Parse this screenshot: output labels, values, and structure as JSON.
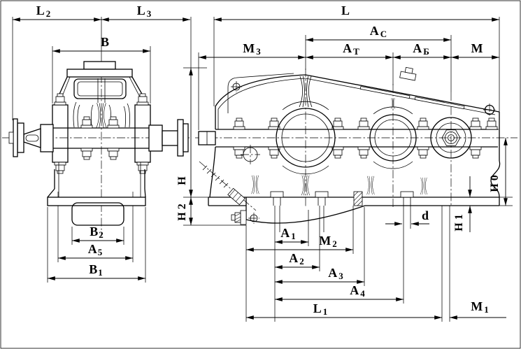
{
  "drawing": {
    "type": "technical-dimension-drawing",
    "subject": "two-view cylindrical gear reducer outline drawing with overall and mounting dimensions",
    "background": "#ffffff",
    "line_color": "#000000",
    "labels": {
      "L2": {
        "main": "L",
        "sub": "2"
      },
      "L3": {
        "main": "L",
        "sub": "3"
      },
      "B": {
        "main": "B",
        "sub": ""
      },
      "L": {
        "main": "L",
        "sub": ""
      },
      "Ac": {
        "main": "А",
        "sub": "С"
      },
      "M3": {
        "main": "М",
        "sub": "3"
      },
      "At": {
        "main": "А",
        "sub": "Т"
      },
      "Ab": {
        "main": "А",
        "sub": "Б"
      },
      "M": {
        "main": "М",
        "sub": ""
      },
      "B2": {
        "main": "B",
        "sub": "2"
      },
      "A5": {
        "main": "A",
        "sub": "5"
      },
      "B1": {
        "main": "B",
        "sub": "1"
      },
      "H": {
        "main": "H",
        "sub": ""
      },
      "H2": {
        "main": "H",
        "sub": "2"
      },
      "H1": {
        "main": "H",
        "sub": "1"
      },
      "H0": {
        "main": "H",
        "sub": "0"
      },
      "d": {
        "main": "d",
        "sub": ""
      },
      "A1": {
        "main": "A",
        "sub": "1"
      },
      "M2": {
        "main": "M",
        "sub": "2"
      },
      "A2": {
        "main": "A",
        "sub": "2"
      },
      "A3": {
        "main": "A",
        "sub": "3"
      },
      "A4": {
        "main": "A",
        "sub": "4"
      },
      "L1": {
        "main": "L",
        "sub": "1"
      },
      "M1": {
        "main": "M",
        "sub": "1"
      }
    }
  }
}
